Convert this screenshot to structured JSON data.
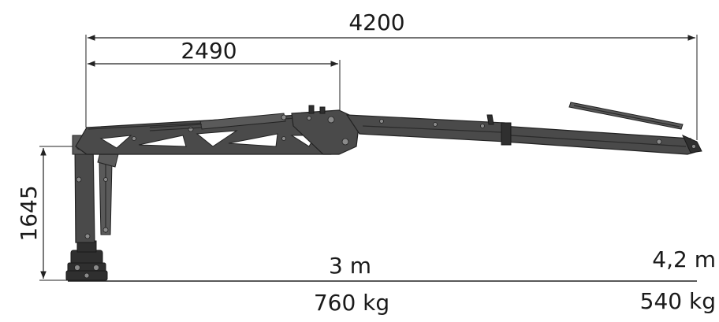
{
  "dimensions": {
    "total_reach": "4200",
    "inner_reach": "2490",
    "column_height": "1645"
  },
  "capacity": {
    "mid_reach_label": "3 m",
    "mid_reach_load": "760 kg",
    "max_reach_label": "4,2 m",
    "max_reach_load": "540 kg"
  },
  "colors": {
    "crane_body": "#4a4a4a",
    "lines": "#222222",
    "background": "#ffffff"
  }
}
